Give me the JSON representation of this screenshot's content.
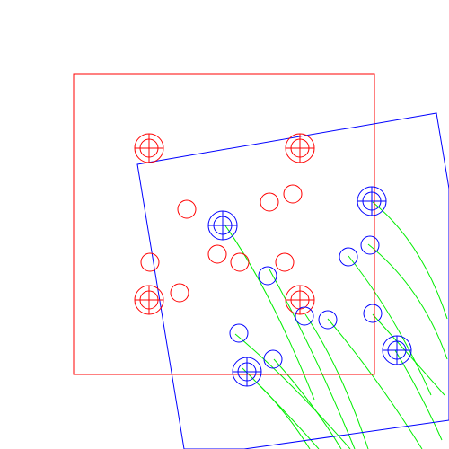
{
  "colors": {
    "background": "#ffffff",
    "reference": "#ff0000",
    "transformed": "#0000ff",
    "track": "#00ee00"
  },
  "diagram": {
    "shapes": [
      "reference-frame",
      "transformed-frame",
      "fiducial-markers",
      "hole-circles",
      "track-curves"
    ]
  }
}
